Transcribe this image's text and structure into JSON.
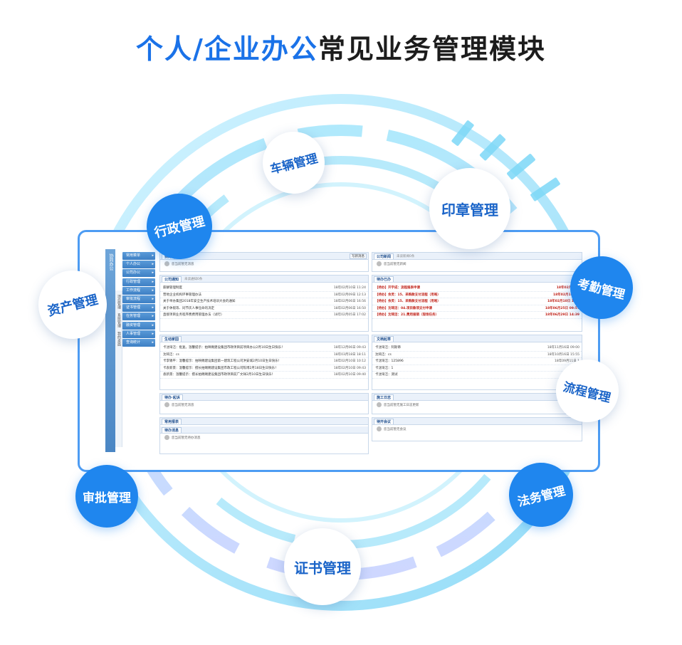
{
  "heading": {
    "highlight": "个人/企业办公",
    "rest": "常见业务管理模块"
  },
  "colors": {
    "accent": "#1f86ee",
    "ring": "#8fdcf9",
    "frame": "#4d9cf3"
  },
  "badges": {
    "vehicle": "车辆管理",
    "seal": "印章管理",
    "admin": "行政管理",
    "attendance": "考勤管理",
    "assets": "资产管理",
    "workflow": "流程管理",
    "approval": "审批管理",
    "legal": "法务管理",
    "certificate": "证书管理"
  },
  "app": {
    "left_nav": "协同办公",
    "left_nav2": [
      "项目管理",
      "系统管理",
      "我的桌面"
    ],
    "menu": [
      "常用菜单",
      "个人办公",
      "公司办公",
      "行政管理",
      "工作流程",
      "审批流程",
      "证书管理",
      "在务管理",
      "融资管理",
      "人事管理",
      "查询统计"
    ],
    "panels": {
      "top_left": {
        "title": "我的",
        "sub": "更多",
        "btn": "写新消息",
        "empty": "您当前暂无消息"
      },
      "company_news": {
        "title": "公司新闻",
        "sub": "未读新闻0条",
        "empty": "您当前暂无新闻"
      },
      "notice": {
        "title": "公司通知",
        "sub": "未读通知0条",
        "rows": [
          {
            "text": "薪酬管理制度",
            "date": "18年02月10日 11:24"
          },
          {
            "text": "营地企业机构环事管理办法",
            "date": "18年02月09日 12:13"
          },
          {
            "text": "关于举办集团2018年安全生产技术培训大会的通知",
            "date": "18年02月06日 16:56"
          },
          {
            "text": "关于休假等、同节庆人事任命的决定",
            "date": "18年02月06日 16:50"
          },
          {
            "text": "直接项目业务程序费费用管理办法（试行）",
            "date": "18年02月05日 17:02"
          }
        ]
      },
      "todo": {
        "title": "待办已办",
        "rows": [
          {
            "text": "【待办】开宇成：流程报表申请",
            "date": "18年02月09日"
          },
          {
            "text": "【待办】余灵：15、采购款支付流程（用咯）",
            "date": "18年02月10日 1"
          },
          {
            "text": "【待办】余灵：15、采购款支付流程（用咯）",
            "date": "18年02月10日 11:4"
          },
          {
            "text": "【待办】沈琦洁：04.项目款项支付申请",
            "date": "18年06月25日 09:57"
          },
          {
            "text": "【待办】沈琦洁：21.费用报销（现场任务）",
            "date": "18年06月29日 14:39"
          }
        ]
      },
      "activity": {
        "title": "生动家园",
        "rows": [
          {
            "text": "卡沈琦洁：批复。温馨提示：拍映赐建设集团市政项目前项目办公2月10日生日快乐！",
            "date": "18年12月06日 09:43"
          },
          {
            "text": "沈琦洁：cs",
            "date": "18年03月18日 18:11"
          },
          {
            "text": "卡李锡平：温馨提示：拍映赐建设集团第一建筑工程公司洪安城2月10日生日快乐！",
            "date": "18年02月10日 10:12"
          },
          {
            "text": "卡袁新景：温馨提示：擅长拍赐赐建设集团市政工程公司陈博2月18日生日快乐！",
            "date": "18年02月10日 09:43"
          },
          {
            "text": "袁新景：温馨提示：擅长拍赐赐建设集团市政项目前广文祥2月10日生日快乐！",
            "date": "18年02月10日 09:40"
          }
        ]
      },
      "docs": {
        "title": "文档起草",
        "rows": [
          {
            "text": "卡沈琦洁：阿斯蒂",
            "date": "18年11月16日 09:00"
          },
          {
            "text": "沈琦洁：cs",
            "date": "18年10月16日 15:55"
          },
          {
            "text": "卡沈琦洁：125896",
            "date": "18年09月11日 1"
          },
          {
            "text": "卡沈琦洁：1",
            "date": "18年09"
          },
          {
            "text": "卡沈琦洁：测试",
            "date": "18年"
          }
        ]
      },
      "meeting_start": {
        "title": "待办·起诉",
        "empty": "您当前暂无消息"
      },
      "construction_log": {
        "title": "施工日志",
        "empty": "您当前暂无施工日志更新"
      },
      "common_forms": {
        "title": "常用报表"
      },
      "todo_msgs": {
        "title": "待办消息",
        "empty": "您当前暂无待办消息"
      },
      "meetings": {
        "title": "待开会议",
        "empty": "您当前暂无会议"
      }
    }
  }
}
